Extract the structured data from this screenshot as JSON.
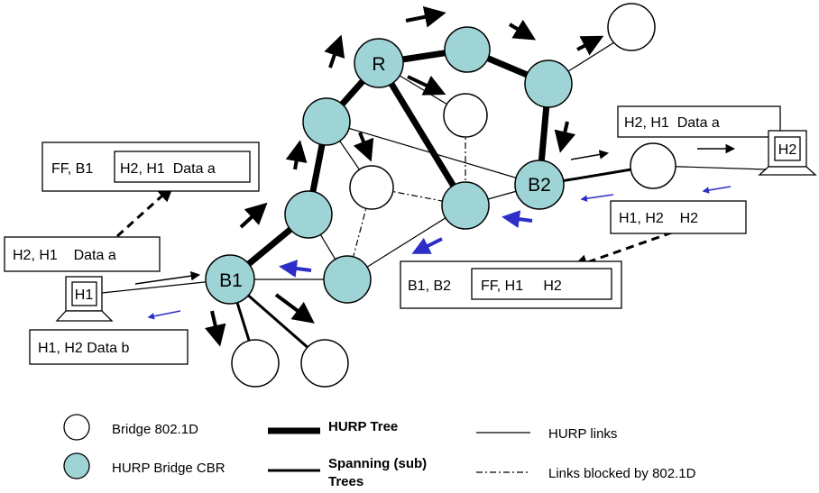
{
  "colors": {
    "hurp_bridge_fill": "#9fd4d6",
    "bridge_fill": "#ffffff",
    "blue_arrow": "#2d2ec8",
    "black": "#000000"
  },
  "nodes": {
    "root": "R",
    "b1": "B1",
    "b2": "B2"
  },
  "hosts": {
    "h1": "H1",
    "h2": "H2"
  },
  "frames": {
    "outer_top_left_prefix": "FF, B1",
    "outer_top_left_inner": "H2, H1  Data a",
    "h2h1_data_a_left": "H2, H1    Data a",
    "h1h2_data_b": "H1, H2 Data b",
    "h2h1_data_a_right": "H2, H1  Data a",
    "h1h2_h2": "H1, H2    H2",
    "outer_bottom_right_prefix": "B1, B2",
    "outer_bottom_right_inner": "FF, H1     H2"
  },
  "legend": {
    "bridge_8021d": "Bridge 802.1D",
    "hurp_bridge_cbr": "HURP Bridge CBR",
    "hurp_tree": "HURP Tree",
    "spanning_line1": "Spanning (sub)",
    "spanning_line2": "Trees",
    "hurp_links": "HURP links",
    "blocked_links": "Links blocked by 802.1D"
  }
}
